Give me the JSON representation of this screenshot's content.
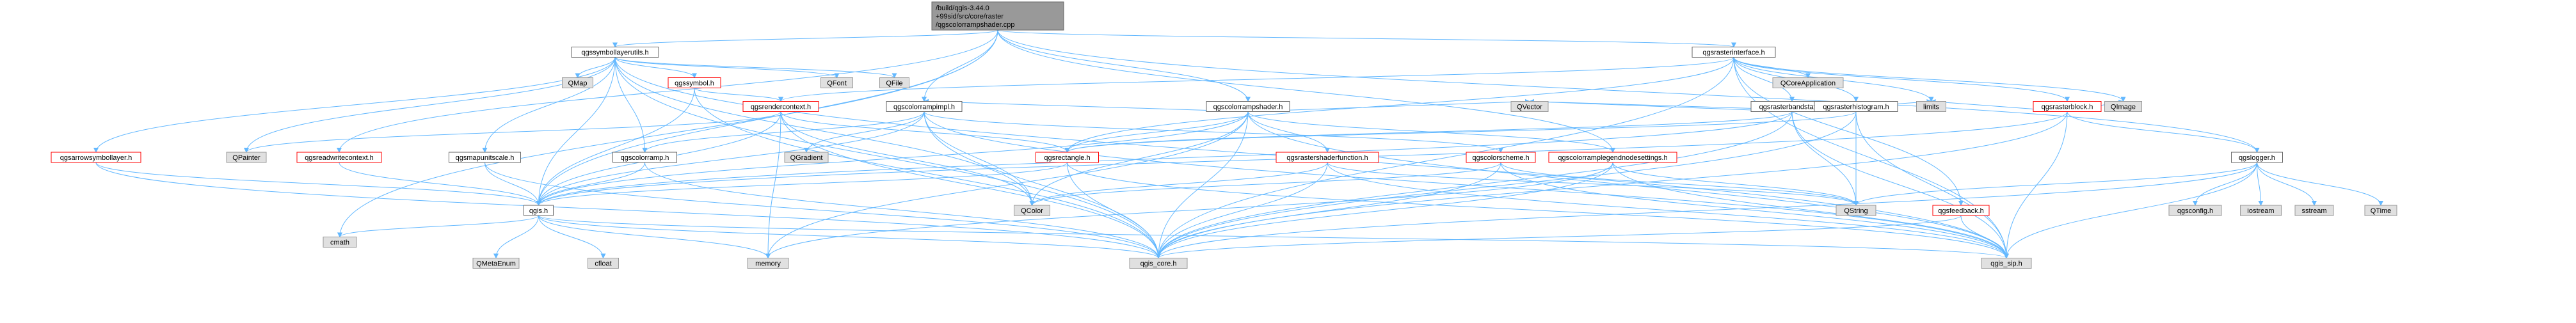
{
  "graph": {
    "colors": {
      "edge": "#63b8ff",
      "root_fill": "#999999",
      "root_border": "#666666",
      "node_fill": "#ffffff",
      "node_border": "#666666",
      "undocumented_border": "#ff0000",
      "external_fill": "#e0e0e0",
      "external_border": "#999999"
    },
    "nodes": [
      {
        "id": "root",
        "lines": [
          "/build/qgis-3.44.0",
          "+99sid/src/core/raster",
          "/qgscolorrampshader.cpp"
        ],
        "style": "root"
      },
      {
        "id": "qgssymbollayerutils_h",
        "lines": [
          "qgssymbollayerutils.h"
        ],
        "style": "normal"
      },
      {
        "id": "qgsrasterinterface_h",
        "lines": [
          "qgsrasterinterface.h"
        ],
        "style": "normal"
      },
      {
        "id": "qgscolorrampshader_h",
        "lines": [
          "qgscolorrampshader.h"
        ],
        "style": "normal"
      },
      {
        "id": "qgscolorrampimpl_h",
        "lines": [
          "qgscolorrampimpl.h"
        ],
        "style": "normal"
      },
      {
        "id": "qgsrendercontext_h",
        "lines": [
          "qgsrendercontext.h"
        ],
        "style": "red"
      },
      {
        "id": "qgssymbol_h",
        "lines": [
          "qgssymbol.h"
        ],
        "style": "red"
      },
      {
        "id": "qgsarrowsymbollayer_h",
        "lines": [
          "qgsarrowsymbollayer.h"
        ],
        "style": "red"
      },
      {
        "id": "qgsreadwritecontext_h",
        "lines": [
          "qgsreadwritecontext.h"
        ],
        "style": "red"
      },
      {
        "id": "qgsmapunitscale_h",
        "lines": [
          "qgsmapunitscale.h"
        ],
        "style": "normal"
      },
      {
        "id": "qgscolorramp_h",
        "lines": [
          "qgscolorramp.h"
        ],
        "style": "normal"
      },
      {
        "id": "qgsrectangle_h",
        "lines": [
          "qgsrectangle.h"
        ],
        "style": "red"
      },
      {
        "id": "qgsrastershaderfunction_h",
        "lines": [
          "qgsrastershaderfunction.h"
        ],
        "style": "red"
      },
      {
        "id": "qgscolorscheme_h",
        "lines": [
          "qgscolorscheme.h"
        ],
        "style": "red"
      },
      {
        "id": "qgscolorramplegendnodesettings_h",
        "lines": [
          "qgscolorramplegendnodesettings.h"
        ],
        "style": "red"
      },
      {
        "id": "qgsrasterbandstats_h",
        "lines": [
          "qgsrasterbandstats.h"
        ],
        "style": "normal"
      },
      {
        "id": "qgsrasterhistogram_h",
        "lines": [
          "qgsrasterhistogram.h"
        ],
        "style": "normal"
      },
      {
        "id": "qgsrasterblock_h",
        "lines": [
          "qgsrasterblock.h"
        ],
        "style": "red"
      },
      {
        "id": "qgsfeedback_h",
        "lines": [
          "qgsfeedback.h"
        ],
        "style": "red"
      },
      {
        "id": "qgslogger_h",
        "lines": [
          "qgslogger.h"
        ],
        "style": "normal"
      },
      {
        "id": "qgis_h",
        "lines": [
          "qgis.h"
        ],
        "style": "normal"
      },
      {
        "id": "cmath",
        "lines": [
          "cmath"
        ],
        "style": "external"
      },
      {
        "id": "QMetaEnum",
        "lines": [
          "QMetaEnum"
        ],
        "style": "external"
      },
      {
        "id": "cfloat",
        "lines": [
          "cfloat"
        ],
        "style": "external"
      },
      {
        "id": "memory",
        "lines": [
          "memory"
        ],
        "style": "external"
      },
      {
        "id": "qgis_core_h",
        "lines": [
          "qgis_core.h"
        ],
        "style": "external"
      },
      {
        "id": "qgis_sip_h",
        "lines": [
          "qgis_sip.h"
        ],
        "style": "external"
      },
      {
        "id": "QMap",
        "lines": [
          "QMap"
        ],
        "style": "external"
      },
      {
        "id": "QFont",
        "lines": [
          "QFont"
        ],
        "style": "external"
      },
      {
        "id": "QFile",
        "lines": [
          "QFile"
        ],
        "style": "external"
      },
      {
        "id": "QPainter",
        "lines": [
          "QPainter"
        ],
        "style": "external"
      },
      {
        "id": "QGradient",
        "lines": [
          "QGradient"
        ],
        "style": "external"
      },
      {
        "id": "QColor",
        "lines": [
          "QColor"
        ],
        "style": "external"
      },
      {
        "id": "QVector",
        "lines": [
          "QVector"
        ],
        "style": "external"
      },
      {
        "id": "QString",
        "lines": [
          "QString"
        ],
        "style": "external"
      },
      {
        "id": "limits",
        "lines": [
          "limits"
        ],
        "style": "external"
      },
      {
        "id": "QCoreApplication",
        "lines": [
          "QCoreApplication"
        ],
        "style": "external"
      },
      {
        "id": "QImage",
        "lines": [
          "QImage"
        ],
        "style": "external"
      },
      {
        "id": "qgsconfig_h",
        "lines": [
          "qgsconfig.h"
        ],
        "style": "external"
      },
      {
        "id": "iostream",
        "lines": [
          "iostream"
        ],
        "style": "external"
      },
      {
        "id": "sstream",
        "lines": [
          "sstream"
        ],
        "style": "external"
      },
      {
        "id": "QTime",
        "lines": [
          "QTime"
        ],
        "style": "external"
      }
    ],
    "edges": [
      [
        "root",
        "qgssymbollayerutils_h"
      ],
      [
        "root",
        "qgsrasterinterface_h"
      ],
      [
        "root",
        "qgscolorrampshader_h"
      ],
      [
        "root",
        "qgscolorrampimpl_h"
      ],
      [
        "root",
        "qgsreadwritecontext_h"
      ],
      [
        "root",
        "qgscolorramplegendnodesettings_h"
      ],
      [
        "root",
        "qgis_h"
      ],
      [
        "root",
        "cmath"
      ],
      [
        "root",
        "qgslogger_h"
      ],
      [
        "qgssymbollayerutils_h",
        "qgis_core_h"
      ],
      [
        "qgssymbollayerutils_h",
        "qgis_sip_h"
      ],
      [
        "qgssymbollayerutils_h",
        "QMap"
      ],
      [
        "qgssymbollayerutils_h",
        "QFont"
      ],
      [
        "qgssymbollayerutils_h",
        "QFile"
      ],
      [
        "qgssymbollayerutils_h",
        "QColor"
      ],
      [
        "qgssymbollayerutils_h",
        "QPainter"
      ],
      [
        "qgssymbollayerutils_h",
        "qgssymbol_h"
      ],
      [
        "qgssymbollayerutils_h",
        "qgsarrowsymbollayer_h"
      ],
      [
        "qgssymbollayerutils_h",
        "qgis_h"
      ],
      [
        "qgssymbollayerutils_h",
        "qgsmapunitscale_h"
      ],
      [
        "qgssymbollayerutils_h",
        "qgscolorramp_h"
      ],
      [
        "qgssymbol_h",
        "qgsrendercontext_h"
      ],
      [
        "qgssymbol_h",
        "qgis_core_h"
      ],
      [
        "qgssymbol_h",
        "qgis_h"
      ],
      [
        "qgsarrowsymbollayer_h",
        "qgis_h"
      ],
      [
        "qgsarrowsymbollayer_h",
        "qgis_core_h"
      ],
      [
        "qgsrendercontext_h",
        "qgsrectangle_h"
      ],
      [
        "qgsrendercontext_h",
        "QPainter"
      ],
      [
        "qgsrendercontext_h",
        "QColor"
      ],
      [
        "qgsrendercontext_h",
        "qgis_core_h"
      ],
      [
        "qgsrendercontext_h",
        "memory"
      ],
      [
        "qgsrendercontext_h",
        "qgis_h"
      ],
      [
        "qgscolorrampimpl_h",
        "QGradient"
      ],
      [
        "qgscolorrampimpl_h",
        "QColor"
      ],
      [
        "qgscolorrampimpl_h",
        "qgis_core_h"
      ],
      [
        "qgscolorrampimpl_h",
        "qgis_h"
      ],
      [
        "qgscolorrampimpl_h",
        "qgscolorramp_h"
      ],
      [
        "qgscolorrampimpl_h",
        "qgscolorscheme_h"
      ],
      [
        "qgscolorrampimpl_h",
        "qgis_sip_h"
      ],
      [
        "qgsmapunitscale_h",
        "qgis_h"
      ],
      [
        "qgsmapunitscale_h",
        "qgis_core_h"
      ],
      [
        "qgscolorramp_h",
        "qgis_h"
      ],
      [
        "qgscolorramp_h",
        "qgis_core_h"
      ],
      [
        "qgsreadwritecontext_h",
        "qgis_h"
      ],
      [
        "qgsrectangle_h",
        "qgis_h"
      ],
      [
        "qgsrectangle_h",
        "qgis_core_h"
      ],
      [
        "qgsrectangle_h",
        "qgis_sip_h"
      ],
      [
        "qgscolorrampshader_h",
        "qgis_core_h"
      ],
      [
        "qgscolorrampshader_h",
        "qgis_sip_h"
      ],
      [
        "qgscolorrampshader_h",
        "QColor"
      ],
      [
        "qgscolorrampshader_h",
        "QVector"
      ],
      [
        "qgscolorrampshader_h",
        "memory"
      ],
      [
        "qgscolorrampshader_h",
        "qgis_h"
      ],
      [
        "qgscolorrampshader_h",
        "qgsrastershaderfunction_h"
      ],
      [
        "qgscolorrampshader_h",
        "qgsrectangle_h"
      ],
      [
        "qgscolorrampshader_h",
        "qgscolorramplegendnodesettings_h"
      ],
      [
        "qgscolorrampshader_h",
        "qgscolorrampimpl_h"
      ],
      [
        "qgsrastershaderfunction_h",
        "qgis_core_h"
      ],
      [
        "qgsrastershaderfunction_h",
        "qgis_sip_h"
      ],
      [
        "qgsrastershaderfunction_h",
        "QColor"
      ],
      [
        "qgsrastershaderfunction_h",
        "QString"
      ],
      [
        "qgscolorscheme_h",
        "qgis_core_h"
      ],
      [
        "qgscolorscheme_h",
        "qgis_sip_h"
      ],
      [
        "qgscolorscheme_h",
        "QString"
      ],
      [
        "qgscolorscheme_h",
        "QColor"
      ],
      [
        "qgscolorramplegendnodesettings_h",
        "qgis_core_h"
      ],
      [
        "qgscolorramplegendnodesettings_h",
        "qgis_sip_h"
      ],
      [
        "qgscolorramplegendnodesettings_h",
        "QString"
      ],
      [
        "qgscolorramplegendnodesettings_h",
        "memory"
      ],
      [
        "qgsrasterinterface_h",
        "qgis_core_h"
      ],
      [
        "qgsrasterinterface_h",
        "qgis_sip_h"
      ],
      [
        "qgsrasterinterface_h",
        "limits"
      ],
      [
        "qgsrasterinterface_h",
        "QCoreApplication"
      ],
      [
        "qgsrasterinterface_h",
        "QImage"
      ],
      [
        "qgsrasterinterface_h",
        "qgsfeedback_h"
      ],
      [
        "qgsrasterinterface_h",
        "qgsrasterbandstats_h"
      ],
      [
        "qgsrasterinterface_h",
        "qgsrasterblock_h"
      ],
      [
        "qgsrasterinterface_h",
        "qgsrasterhistogram_h"
      ],
      [
        "qgsrasterinterface_h",
        "qgsrectangle_h"
      ],
      [
        "qgsrasterinterface_h",
        "qgsrendercontext_h"
      ],
      [
        "qgsrasterbandstats_h",
        "qgis_core_h"
      ],
      [
        "qgsrasterbandstats_h",
        "qgis_sip_h"
      ],
      [
        "qgsrasterbandstats_h",
        "QString"
      ],
      [
        "qgsrasterbandstats_h",
        "QVector"
      ],
      [
        "qgsrasterbandstats_h",
        "limits"
      ],
      [
        "qgsrasterbandstats_h",
        "qgis_h"
      ],
      [
        "qgsrasterbandstats_h",
        "qgsrectangle_h"
      ],
      [
        "qgsrasterhistogram_h",
        "qgis_core_h"
      ],
      [
        "qgsrasterhistogram_h",
        "qgis_sip_h"
      ],
      [
        "qgsrasterhistogram_h",
        "QString"
      ],
      [
        "qgsrasterhistogram_h",
        "QVector"
      ],
      [
        "qgsrasterhistogram_h",
        "qgsrectangle_h"
      ],
      [
        "qgsrasterblock_h",
        "qgis_core_h"
      ],
      [
        "qgsrasterblock_h",
        "qgis_sip_h"
      ],
      [
        "qgsrasterblock_h",
        "limits"
      ],
      [
        "qgsrasterblock_h",
        "QImage"
      ],
      [
        "qgsrasterblock_h",
        "qgis_h"
      ],
      [
        "qgsrasterblock_h",
        "qgslogger_h"
      ],
      [
        "qgsfeedback_h",
        "qgis_core_h"
      ],
      [
        "qgsfeedback_h",
        "qgis_sip_h"
      ],
      [
        "qgslogger_h",
        "iostream"
      ],
      [
        "qgslogger_h",
        "sstream"
      ],
      [
        "qgslogger_h",
        "QString"
      ],
      [
        "qgslogger_h",
        "QTime"
      ],
      [
        "qgslogger_h",
        "qgis_core_h"
      ],
      [
        "qgslogger_h",
        "qgis_sip_h"
      ],
      [
        "qgslogger_h",
        "qgsconfig_h"
      ],
      [
        "qgis_h",
        "QMetaEnum"
      ],
      [
        "qgis_h",
        "cfloat"
      ],
      [
        "qgis_h",
        "memory"
      ],
      [
        "qgis_h",
        "cmath"
      ],
      [
        "qgis_h",
        "qgis_core_h"
      ],
      [
        "qgis_h",
        "qgis_sip_h"
      ]
    ]
  }
}
